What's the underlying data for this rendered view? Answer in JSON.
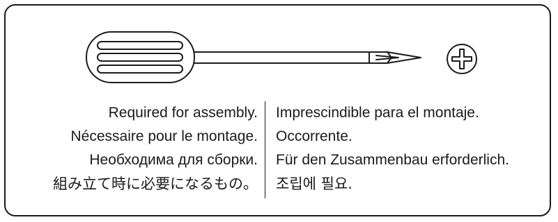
{
  "notice": {
    "left_lines": [
      "Required for assembly.",
      "Nécessaire pour le montage.",
      "Необходима для сборки.",
      "組み立て時に必要になるもの。"
    ],
    "right_lines": [
      "Imprescindible para el montaje.",
      "Occorrente.",
      "Für den Zusammenbau erforderlich.",
      "조립에 필요."
    ]
  },
  "icons": {
    "tool": "phillips-screwdriver-icon",
    "head": "phillips-cross-symbol-icon"
  },
  "colors": {
    "line": "#1a1a1a",
    "background": "#ffffff"
  }
}
